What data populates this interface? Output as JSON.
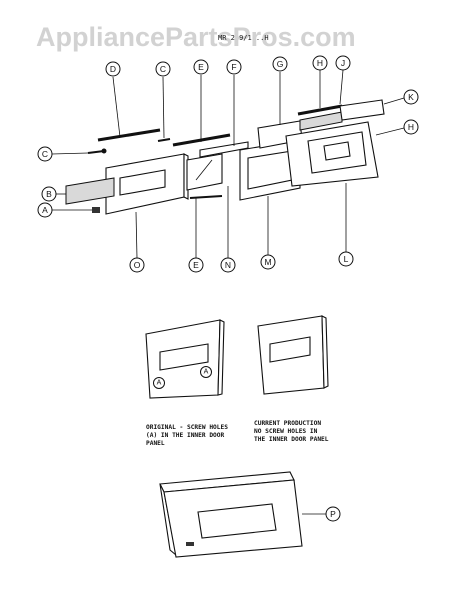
{
  "header": {
    "watermark": "AppliancePartsPros.com",
    "diagram_title": "MR 2 9/1 ..H"
  },
  "callouts": [
    "D",
    "C",
    "E",
    "F",
    "G",
    "H",
    "J",
    "K",
    "H",
    "C",
    "B",
    "A",
    "O",
    "E",
    "N",
    "M",
    "L",
    "A",
    "A",
    "P"
  ],
  "captions": {
    "original_line1": "ORIGINAL - SCREW HOLES",
    "original_line2": "(A) IN THE INNER DOOR",
    "original_line3": "PANEL",
    "current_line1": "CURRENT PRODUCTION",
    "current_line2": "NO SCREW HOLES IN",
    "current_line3": "THE INNER DOOR PANEL"
  }
}
